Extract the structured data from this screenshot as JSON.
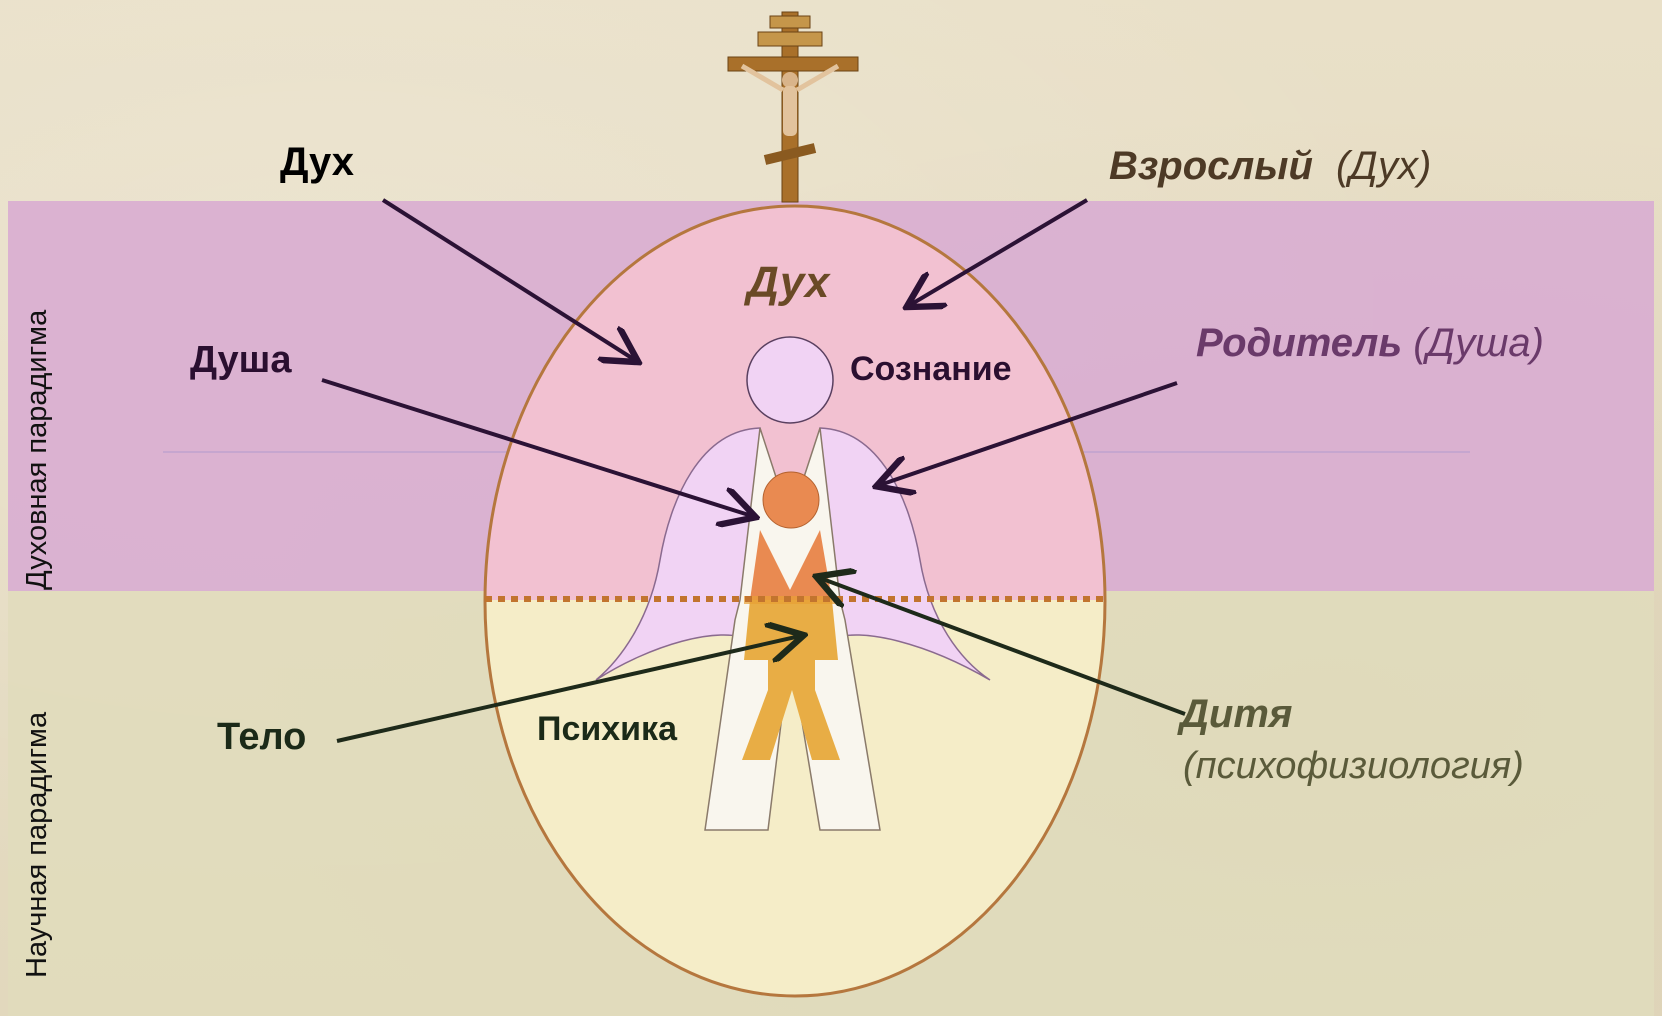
{
  "paradigms": {
    "spiritual": "Духовная парадигма",
    "scientific": "Научная парадигма"
  },
  "left_labels": {
    "spirit": "Дух",
    "soul": "Душа",
    "body": "Тело"
  },
  "inner_labels": {
    "spirit": "Дух",
    "consciousness": "Сознание",
    "psyche": "Психика"
  },
  "right_labels": {
    "adult": "Взрослый",
    "adult_paren": "(Дух)",
    "parent": "Родитель",
    "parent_paren": "(Душа)",
    "child": "Дитя",
    "child_paren": "(психофизиология)"
  },
  "colors": {
    "spiritual_band": "#d9aed1",
    "scientific_band": "#e0dcbc",
    "egg_top": "#f2c1d1",
    "egg_bottom": "#f5edc8",
    "egg_stroke": "#b5773e",
    "wings": "#f1d3f4",
    "orange_figure": "#e98a51",
    "yellow_figure": "#e8ad45",
    "arrow_dark": "#2b1235",
    "arrow_green": "#1e2a1a"
  },
  "icons": {
    "cross": "orthodox-crucifix-icon"
  }
}
